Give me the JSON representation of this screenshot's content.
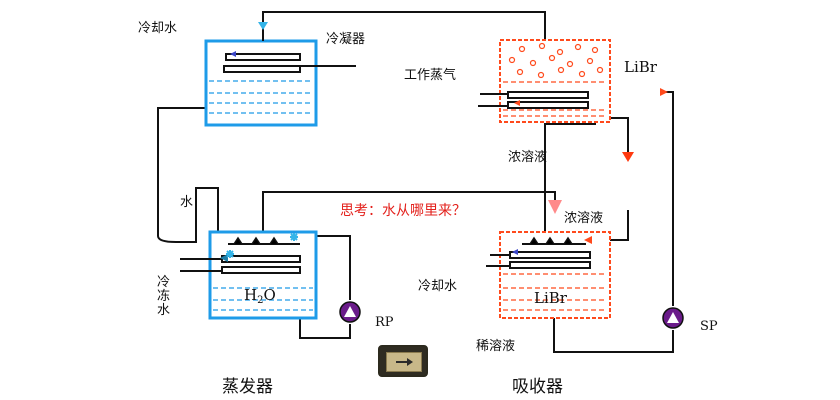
{
  "condenser": {
    "cooling_water_label": "冷却水",
    "name": "冷凝器"
  },
  "generator": {
    "working_vapor_label": "工作蒸气",
    "solution_label": "LiBr",
    "outlet_label": "浓溶液"
  },
  "evaporator": {
    "water_label": "水",
    "chilled_water_label_1": "冷",
    "chilled_water_label_2": "冻",
    "chilled_water_label_3": "水",
    "fluid_label_main": "H",
    "fluid_label_sub": "2",
    "fluid_label_end": "O",
    "pump_label": "RP",
    "title": "蒸发器"
  },
  "question": "思考：水从哪里来？",
  "absorber": {
    "inlet_label": "浓溶液",
    "cooling_water_label": "冷却水",
    "solution_label": "LiBr",
    "outlet_label": "稀溶液",
    "pump_label": "SP",
    "title": "吸收器"
  },
  "colors": {
    "water_blue": "#1e9be8",
    "solution_red": "#ff4a1c",
    "question_red": "#e3211c",
    "pump_purple": "#6a1b8a"
  },
  "icons": {
    "nav_button": "next-arrow-icon"
  }
}
